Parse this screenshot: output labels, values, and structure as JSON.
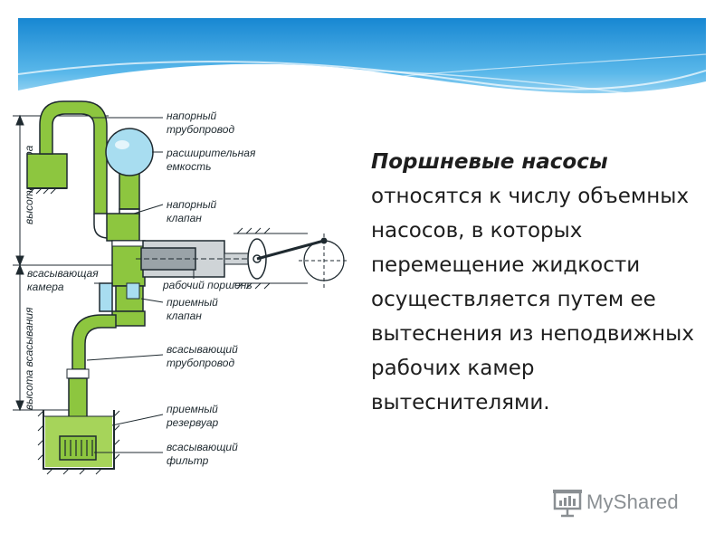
{
  "slide": {
    "title": "Поршневые насосы",
    "body": "относятся к числу объемных насосов, в которых перемещение жидкости осуществляется путем ее вытеснения из неподвижных рабочих камер вытеснителями."
  },
  "diagram": {
    "labels": {
      "napor_pipe_1": "напорный",
      "napor_pipe_2": "трубопровод",
      "expansion_1": "расширительная",
      "expansion_2": "емкость",
      "napor_valve_1": "напорный",
      "napor_valve_2": "клапан",
      "suction_chamber_1": "всасывающая",
      "suction_chamber_2": "камера",
      "piston_1": "рабочий поршень",
      "intake_valve_1": "приемный",
      "intake_valve_2": "клапан",
      "suction_pipe_1": "всасывающий",
      "suction_pipe_2": "трубопровод",
      "reservoir_1": "приемный",
      "reservoir_2": "резервуар",
      "filter_1": "всасывающий",
      "filter_2": "фильтр",
      "head_height": "высота напора",
      "suction_height": "высота всасывания"
    }
  },
  "logo": {
    "text": "MyShared"
  },
  "colors": {
    "liquid": "#8dc63f",
    "liquid_light": "#a6d45a",
    "sphere": "#a8ddf0",
    "banner_top": "#1a8fd6",
    "banner_bottom": "#bfe6f7",
    "ink": "#1f2a30"
  }
}
